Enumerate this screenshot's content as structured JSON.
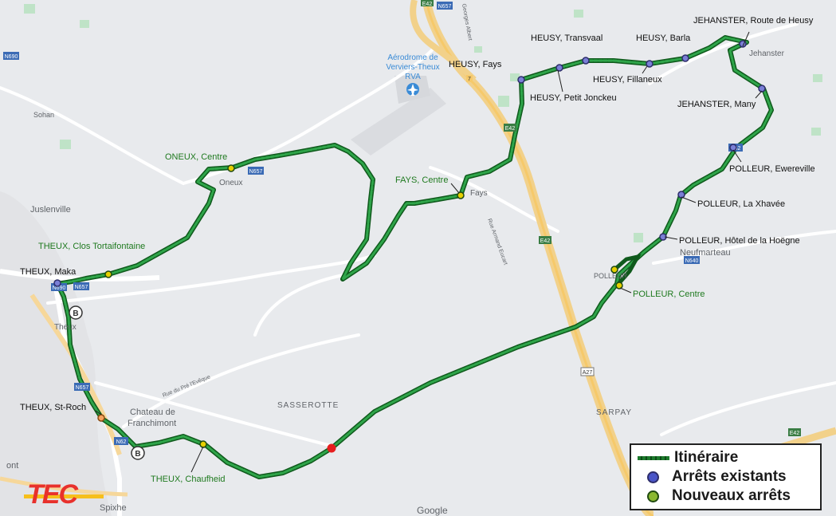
{
  "colors": {
    "route": "#1c7a2c",
    "existing_stop": "#4a55c8",
    "new_stop": "#8ab830",
    "new_label": "#1f7a1f",
    "existing_label": "#111111",
    "marker": "#e61e1e",
    "logo_red": "#e8312c",
    "logo_yellow": "#f6bf1c"
  },
  "map_labels": {
    "airport_line1": "Aérodrome de",
    "airport_line2": "Verviers-Theux",
    "airport_line3": "RVA",
    "sohan": "Sohan",
    "juslenville": "Juslenville",
    "oneux": "Oneux",
    "theux": "Theux",
    "fays": "Fays",
    "chateau_line1": "Chateau de",
    "chateau_line2": "Franchimont",
    "sasserotte": "SASSEROTTE",
    "sarpay": "SARPAY",
    "neufmarteau": "Neufmarteau",
    "polleur": "POLLEUR",
    "jehanster": "Jehanster",
    "spixhe": "Spixhe",
    "mont": "ont",
    "rue_pre": "Rue du Pré l'Evêque",
    "rue_armand": "Rue Armand Eucart",
    "rue_georges": "Georges Albert"
  },
  "road_shields": {
    "n690_a": "N690",
    "n690_b": "N690",
    "n657_a": "N657",
    "n657_b": "N657",
    "n657_c": "N657",
    "n657_d": "N657",
    "n640": "N640",
    "n62": "N62",
    "n62_b": "N62",
    "e42_a": "E42",
    "e42_b": "E42",
    "e42_c": "E42",
    "e42_d": "E42",
    "a27": "A27",
    "seven": "7"
  },
  "stops_existing": [
    {
      "label": "HEUSY, Fays"
    },
    {
      "label": "HEUSY, Petit Jonckeu"
    },
    {
      "label": "HEUSY, Transvaal"
    },
    {
      "label": "HEUSY, Fillaneux"
    },
    {
      "label": "HEUSY, Barla"
    },
    {
      "label": "JEHANSTER, Route de Heusy"
    },
    {
      "label": "JEHANSTER, Many"
    },
    {
      "label": "POLLEUR, Ewereville"
    },
    {
      "label": "POLLEUR, La Xhavée"
    },
    {
      "label": "POLLEUR, Hôtel de la Hoëgne"
    },
    {
      "label": "THEUX, Maka"
    },
    {
      "label": "THEUX, St-Roch"
    }
  ],
  "stops_new": [
    {
      "label": "ONEUX, Centre"
    },
    {
      "label": "FAYS, Centre"
    },
    {
      "label": "THEUX, Clos Tortaifontaine"
    },
    {
      "label": "POLLEUR, Centre"
    },
    {
      "label": "THEUX, Chaufheid"
    }
  ],
  "legend": {
    "route": "Itinéraire",
    "existing": "Arrêts existants",
    "new": "Nouveaux arrêts"
  },
  "logo": {
    "text": "TEC"
  },
  "attribution": "Google"
}
